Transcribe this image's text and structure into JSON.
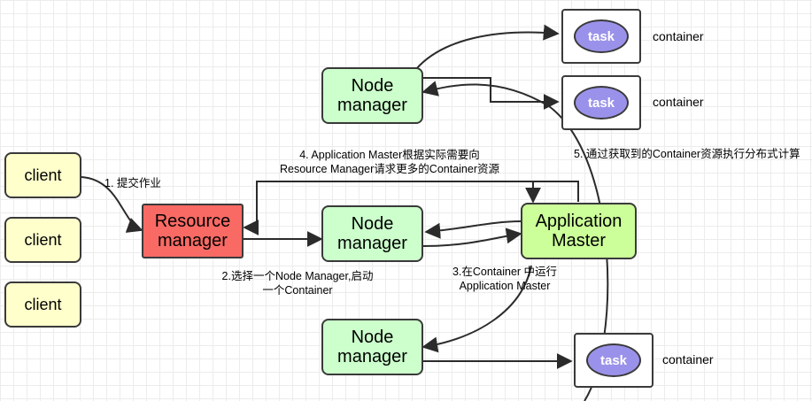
{
  "diagram": {
    "title": "YARN Application Submission Flow",
    "background": "#ffffff",
    "grid_color": "#e0e0e0",
    "colors": {
      "client": "#ffffcc",
      "resource_manager": "#fa6a64",
      "node_manager": "#ccffcc",
      "application_master": "#ccff99",
      "task": "#9a92ea",
      "container": "#ffffff",
      "stroke": "#3a3a3a"
    }
  },
  "nodes": {
    "clients": [
      {
        "label": "client"
      },
      {
        "label": "client"
      },
      {
        "label": "client"
      }
    ],
    "resource_manager": {
      "label": "Resource\nmanager"
    },
    "node_managers": [
      {
        "label": "Node\nmanager"
      },
      {
        "label": "Node\nmanager"
      },
      {
        "label": "Node\nmanager"
      }
    ],
    "application_master": {
      "label": "Application\nMaster"
    },
    "tasks": [
      {
        "label": "task",
        "container_label": "container"
      },
      {
        "label": "task",
        "container_label": "container"
      },
      {
        "label": "task",
        "container_label": "container"
      }
    ]
  },
  "edge_labels": {
    "step1": "1. 提交作业",
    "step2": "2.选择一个Node Manager,启动\n一个Container",
    "step3": "3.在Container 中运行\nApplication Master",
    "step4": "4. Application Master根据实际需要向\nResource Manager请求更多的Container资源",
    "step5": "5. 通过获取到的Container资源执行分布式计算"
  }
}
